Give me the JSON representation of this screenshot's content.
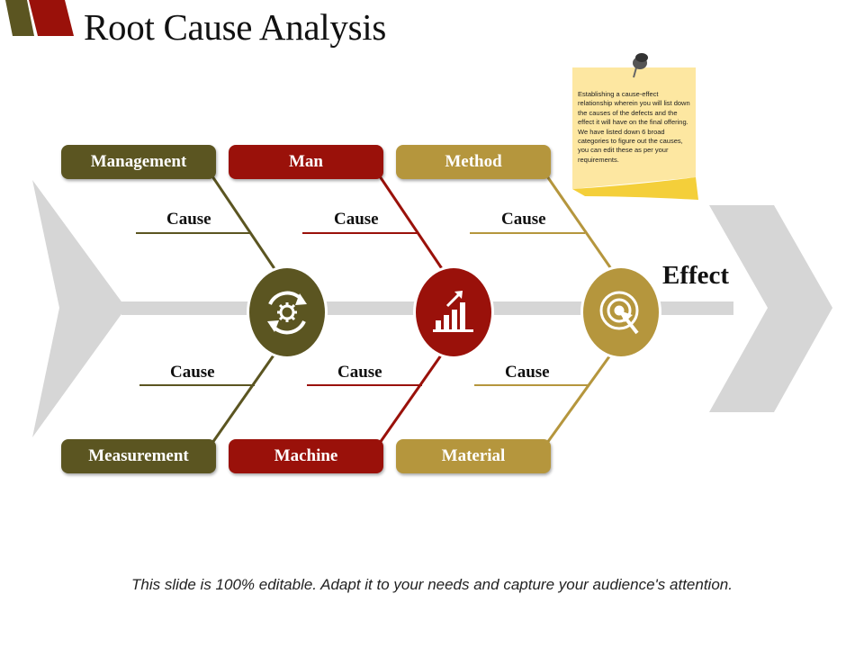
{
  "title": "Root Cause Analysis",
  "effect_label": "Effect",
  "categories": {
    "top": [
      "Management",
      "Man",
      "Method"
    ],
    "bottom": [
      "Measurement",
      "Machine",
      "Material"
    ]
  },
  "cause_label": "Cause",
  "note_text": "Establishing a cause-effect relationship wherein you will list down the causes of the defects and the effect it will have on the final offering. We have listed down 6 broad categories to figure out the causes, you can edit these as per your requirements.",
  "footer": "This slide is 100% editable. Adapt it to your needs and capture your audience's attention.",
  "icons": [
    "refresh-gear-icon",
    "growth-chart-icon",
    "target-icon"
  ],
  "colors": {
    "olive": "#5b5521",
    "red": "#9a110a",
    "gold": "#b5963d",
    "spine": "#d6d6d6"
  }
}
